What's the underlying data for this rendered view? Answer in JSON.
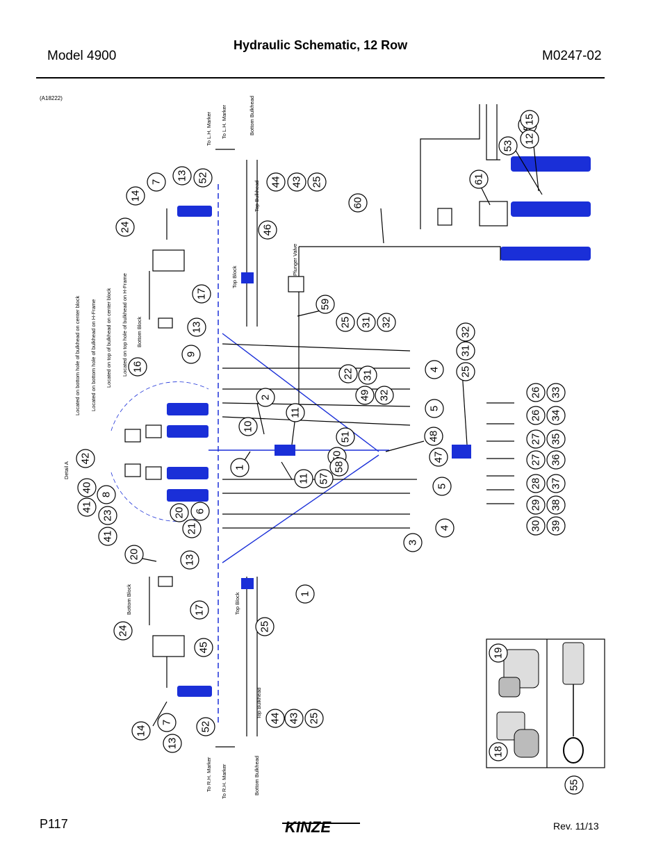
{
  "header": {
    "model": "Model 4900",
    "title": "Hydraulic Schematic, 12 Row",
    "doc_number": "M0247-02"
  },
  "figure_ref": "(A18222)",
  "footer": {
    "page": "P117",
    "revision": "Rev. 11/13",
    "brand": "KINZE"
  },
  "labels": {
    "to_lh_marker": "To L.H. Marker",
    "bottom_bulkhead": "Bottom Bulkhead",
    "top_bulkhead": "Top Bulkhead",
    "top_block": "Top Block",
    "plunger_valve": "Plunger Valve",
    "bottom_block": "Bottom Block",
    "loc1": "Located on bottom hole of bulkhead on center block",
    "loc2": "Located on bottom hole of bulkhead on H-Frame",
    "loc3": "Located on top of bulkhead on center block",
    "loc4": "Located on top hole of bulkhead on H-Frame",
    "detail_a": "Detail A",
    "to_rh_marker": "To R.H. Marker"
  },
  "callouts": [
    {
      "n": "7"
    },
    {
      "n": "14"
    },
    {
      "n": "13"
    },
    {
      "n": "52"
    },
    {
      "n": "44"
    },
    {
      "n": "43"
    },
    {
      "n": "25"
    },
    {
      "n": "24"
    },
    {
      "n": "46"
    },
    {
      "n": "60"
    },
    {
      "n": "61"
    },
    {
      "n": "53"
    },
    {
      "n": "54"
    },
    {
      "n": "12"
    },
    {
      "n": "15"
    },
    {
      "n": "17"
    },
    {
      "n": "59"
    },
    {
      "n": "13"
    },
    {
      "n": "25"
    },
    {
      "n": "31"
    },
    {
      "n": "32"
    },
    {
      "n": "16"
    },
    {
      "n": "9"
    },
    {
      "n": "4"
    },
    {
      "n": "22"
    },
    {
      "n": "31"
    },
    {
      "n": "25"
    },
    {
      "n": "31"
    },
    {
      "n": "32"
    },
    {
      "n": "2"
    },
    {
      "n": "49"
    },
    {
      "n": "32"
    },
    {
      "n": "5"
    },
    {
      "n": "26"
    },
    {
      "n": "33"
    },
    {
      "n": "11"
    },
    {
      "n": "10"
    },
    {
      "n": "26"
    },
    {
      "n": "34"
    },
    {
      "n": "48"
    },
    {
      "n": "51"
    },
    {
      "n": "27"
    },
    {
      "n": "35"
    },
    {
      "n": "42"
    },
    {
      "n": "1"
    },
    {
      "n": "50"
    },
    {
      "n": "58"
    },
    {
      "n": "47"
    },
    {
      "n": "27"
    },
    {
      "n": "36"
    },
    {
      "n": "40"
    },
    {
      "n": "11"
    },
    {
      "n": "57"
    },
    {
      "n": "8"
    },
    {
      "n": "5"
    },
    {
      "n": "28"
    },
    {
      "n": "37"
    },
    {
      "n": "41"
    },
    {
      "n": "23"
    },
    {
      "n": "20"
    },
    {
      "n": "6"
    },
    {
      "n": "29"
    },
    {
      "n": "38"
    },
    {
      "n": "41"
    },
    {
      "n": "21"
    },
    {
      "n": "4"
    },
    {
      "n": "30"
    },
    {
      "n": "39"
    },
    {
      "n": "3"
    },
    {
      "n": "20"
    },
    {
      "n": "13"
    },
    {
      "n": "1"
    },
    {
      "n": "17"
    },
    {
      "n": "25"
    },
    {
      "n": "24"
    },
    {
      "n": "45"
    },
    {
      "n": "19"
    },
    {
      "n": "14"
    },
    {
      "n": "7"
    },
    {
      "n": "52"
    },
    {
      "n": "44"
    },
    {
      "n": "43"
    },
    {
      "n": "25"
    },
    {
      "n": "13"
    },
    {
      "n": "18"
    },
    {
      "n": "55"
    }
  ]
}
